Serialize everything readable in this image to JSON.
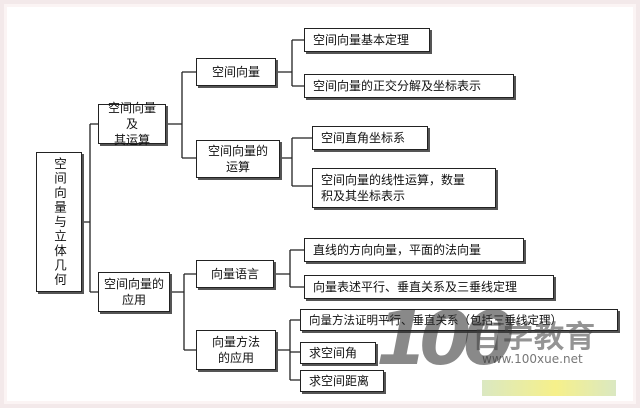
{
  "diagram": {
    "root": "空间向量与立体几何",
    "branches": [
      {
        "label": "空间向量及\n其运算",
        "children": [
          {
            "label": "空间向量",
            "leaves": [
              "空间向量基本定理",
              "空间向量的正交分解及坐标表示"
            ]
          },
          {
            "label": "空间向量的\n运算",
            "leaves": [
              "空间直角坐标系",
              "空间向量的线性运算，数量\n积及其坐标表示"
            ]
          }
        ]
      },
      {
        "label": "空间向量的\n应用",
        "children": [
          {
            "label": "向量语言",
            "leaves": [
              "直线的方向向量，平面的法向量",
              "向量表述平行、垂直关系及三垂线定理"
            ]
          },
          {
            "label": "向量方法\n的应用",
            "leaves": [
              "向量方法证明平行、垂直关系（包括三垂线定理）",
              "求空间角",
              "求空间距离"
            ]
          }
        ]
      }
    ]
  },
  "watermark": {
    "number": "100",
    "chinese": "百学教育",
    "url": "www.100xue.net"
  }
}
